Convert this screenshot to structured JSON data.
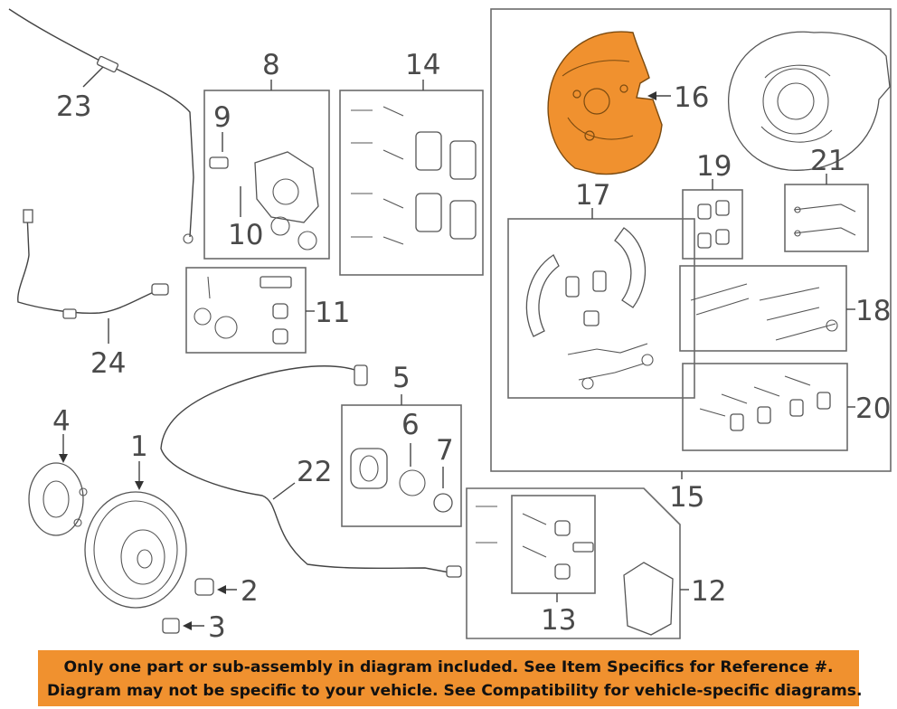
{
  "callouts": {
    "c1": "1",
    "c2": "2",
    "c3": "3",
    "c4": "4",
    "c5": "5",
    "c6": "6",
    "c7": "7",
    "c8": "8",
    "c9": "9",
    "c10": "10",
    "c11": "11",
    "c12": "12",
    "c13": "13",
    "c14": "14",
    "c15": "15",
    "c16": "16",
    "c17": "17",
    "c18": "18",
    "c19": "19",
    "c20": "20",
    "c21": "21",
    "c22": "22",
    "c23": "23",
    "c24": "24"
  },
  "highlight": {
    "part": "16",
    "color": "#f0912f"
  },
  "disclaimer": {
    "line1": "Only one part or sub-assembly in diagram included. See Item Specifics for Reference #.",
    "line2": "Diagram may not be specific to your vehicle. See Compatibility for vehicle-specific diagrams.",
    "background": "#f0912f"
  }
}
